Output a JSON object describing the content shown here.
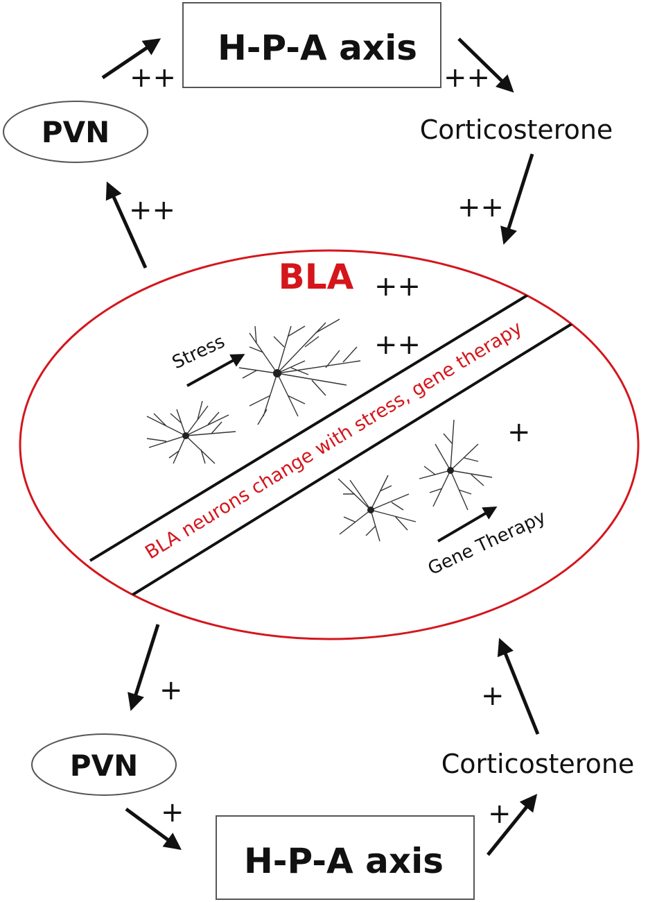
{
  "top": {
    "hpa": "H-P-A axis",
    "pvn": "PVN",
    "corticosterone": "Corticosterone",
    "sign_pvn_hpa": "++",
    "sign_hpa_cort": "++",
    "sign_cort_bla": "++",
    "sign_bla_pvn": "++"
  },
  "bla": {
    "title": "BLA",
    "band_text": "BLA neurons change with stress, gene therapy",
    "stress_label": "Stress",
    "gene_therapy_label": "Gene Therapy",
    "sign_stress_1": "++",
    "sign_stress_2": "++",
    "sign_gene": "+"
  },
  "bottom": {
    "pvn": "PVN",
    "hpa": "H-P-A axis",
    "corticosterone": "Corticosterone",
    "sign_bla_pvn": "+",
    "sign_pvn_hpa": "+",
    "sign_hpa_cort": "+",
    "sign_cort_bla": "+"
  },
  "colors": {
    "accent": "#d4161c",
    "ink": "#111111"
  }
}
